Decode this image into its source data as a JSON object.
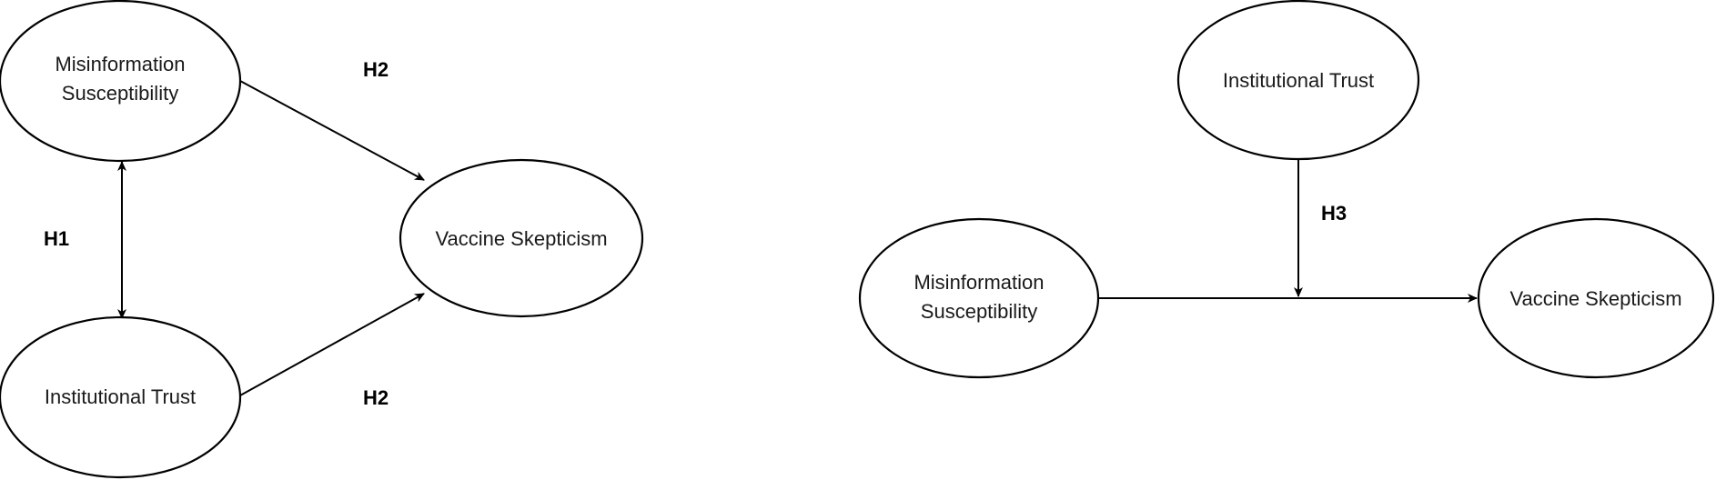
{
  "colors": {
    "stroke": "#000000",
    "fill": "#ffffff",
    "text": "#1a1a1a"
  },
  "left_model": {
    "misinformation": {
      "line1": "Misinformation",
      "line2": "Susceptibility"
    },
    "trust": {
      "label": "Institutional Trust"
    },
    "skepticism": {
      "label": "Vaccine Skepticism"
    },
    "h1": "H1",
    "h2_top": "H2",
    "h2_bottom": "H2"
  },
  "right_model": {
    "trust": {
      "label": "Institutional Trust"
    },
    "misinformation": {
      "line1": "Misinformation",
      "line2": "Susceptibility"
    },
    "skepticism": {
      "label": "Vaccine Skepticism"
    },
    "h3": "H3"
  }
}
